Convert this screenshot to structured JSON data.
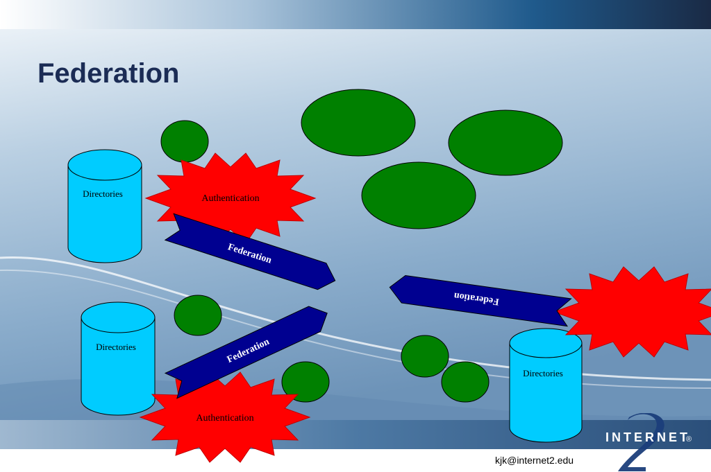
{
  "slide": {
    "title": "Federation",
    "footer_email": "kjk@internet2.edu"
  },
  "logo": {
    "text": "INTERNET",
    "mark": "2",
    "registered": "®"
  },
  "diagram": {
    "directories": [
      {
        "label": "Directories"
      },
      {
        "label": "Directories"
      },
      {
        "label": "Directories"
      }
    ],
    "authentication": [
      {
        "label": "Authentication"
      },
      {
        "label": "Authentication"
      },
      {
        "label": ""
      }
    ],
    "federation_arrows": [
      {
        "label": "Federation"
      },
      {
        "label": "Federation"
      },
      {
        "label": "Federation"
      }
    ]
  },
  "colors": {
    "cylinder": "#00ccff",
    "star": "#ff0000",
    "arrow": "#000090",
    "ellipse": "#008000",
    "title": "#1b2c55"
  }
}
